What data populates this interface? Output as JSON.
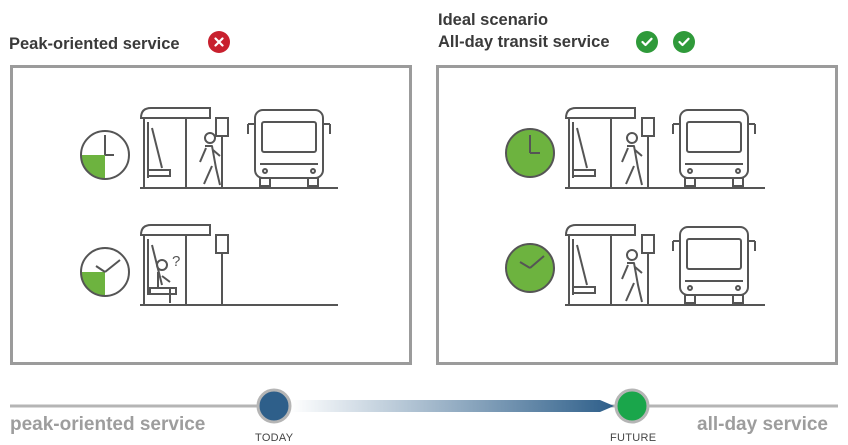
{
  "left_panel": {
    "title": "Peak-oriented service",
    "badge": "x"
  },
  "right_panel": {
    "subtitle": "Ideal scenario",
    "title": "All-day transit service",
    "badges": [
      "check",
      "check"
    ]
  },
  "timeline": {
    "left_label": "peak-oriented service",
    "right_label": "all-day service",
    "today_label": "TODAY",
    "future_label": "FUTURE"
  },
  "colors": {
    "green": "#6db33f",
    "check_green": "#2f9a3a",
    "x_red": "#c8202e",
    "today_blue": "#2e5f8a",
    "future_green": "#1aa64b",
    "gray": "#9b9b9b",
    "line": "#555555"
  }
}
